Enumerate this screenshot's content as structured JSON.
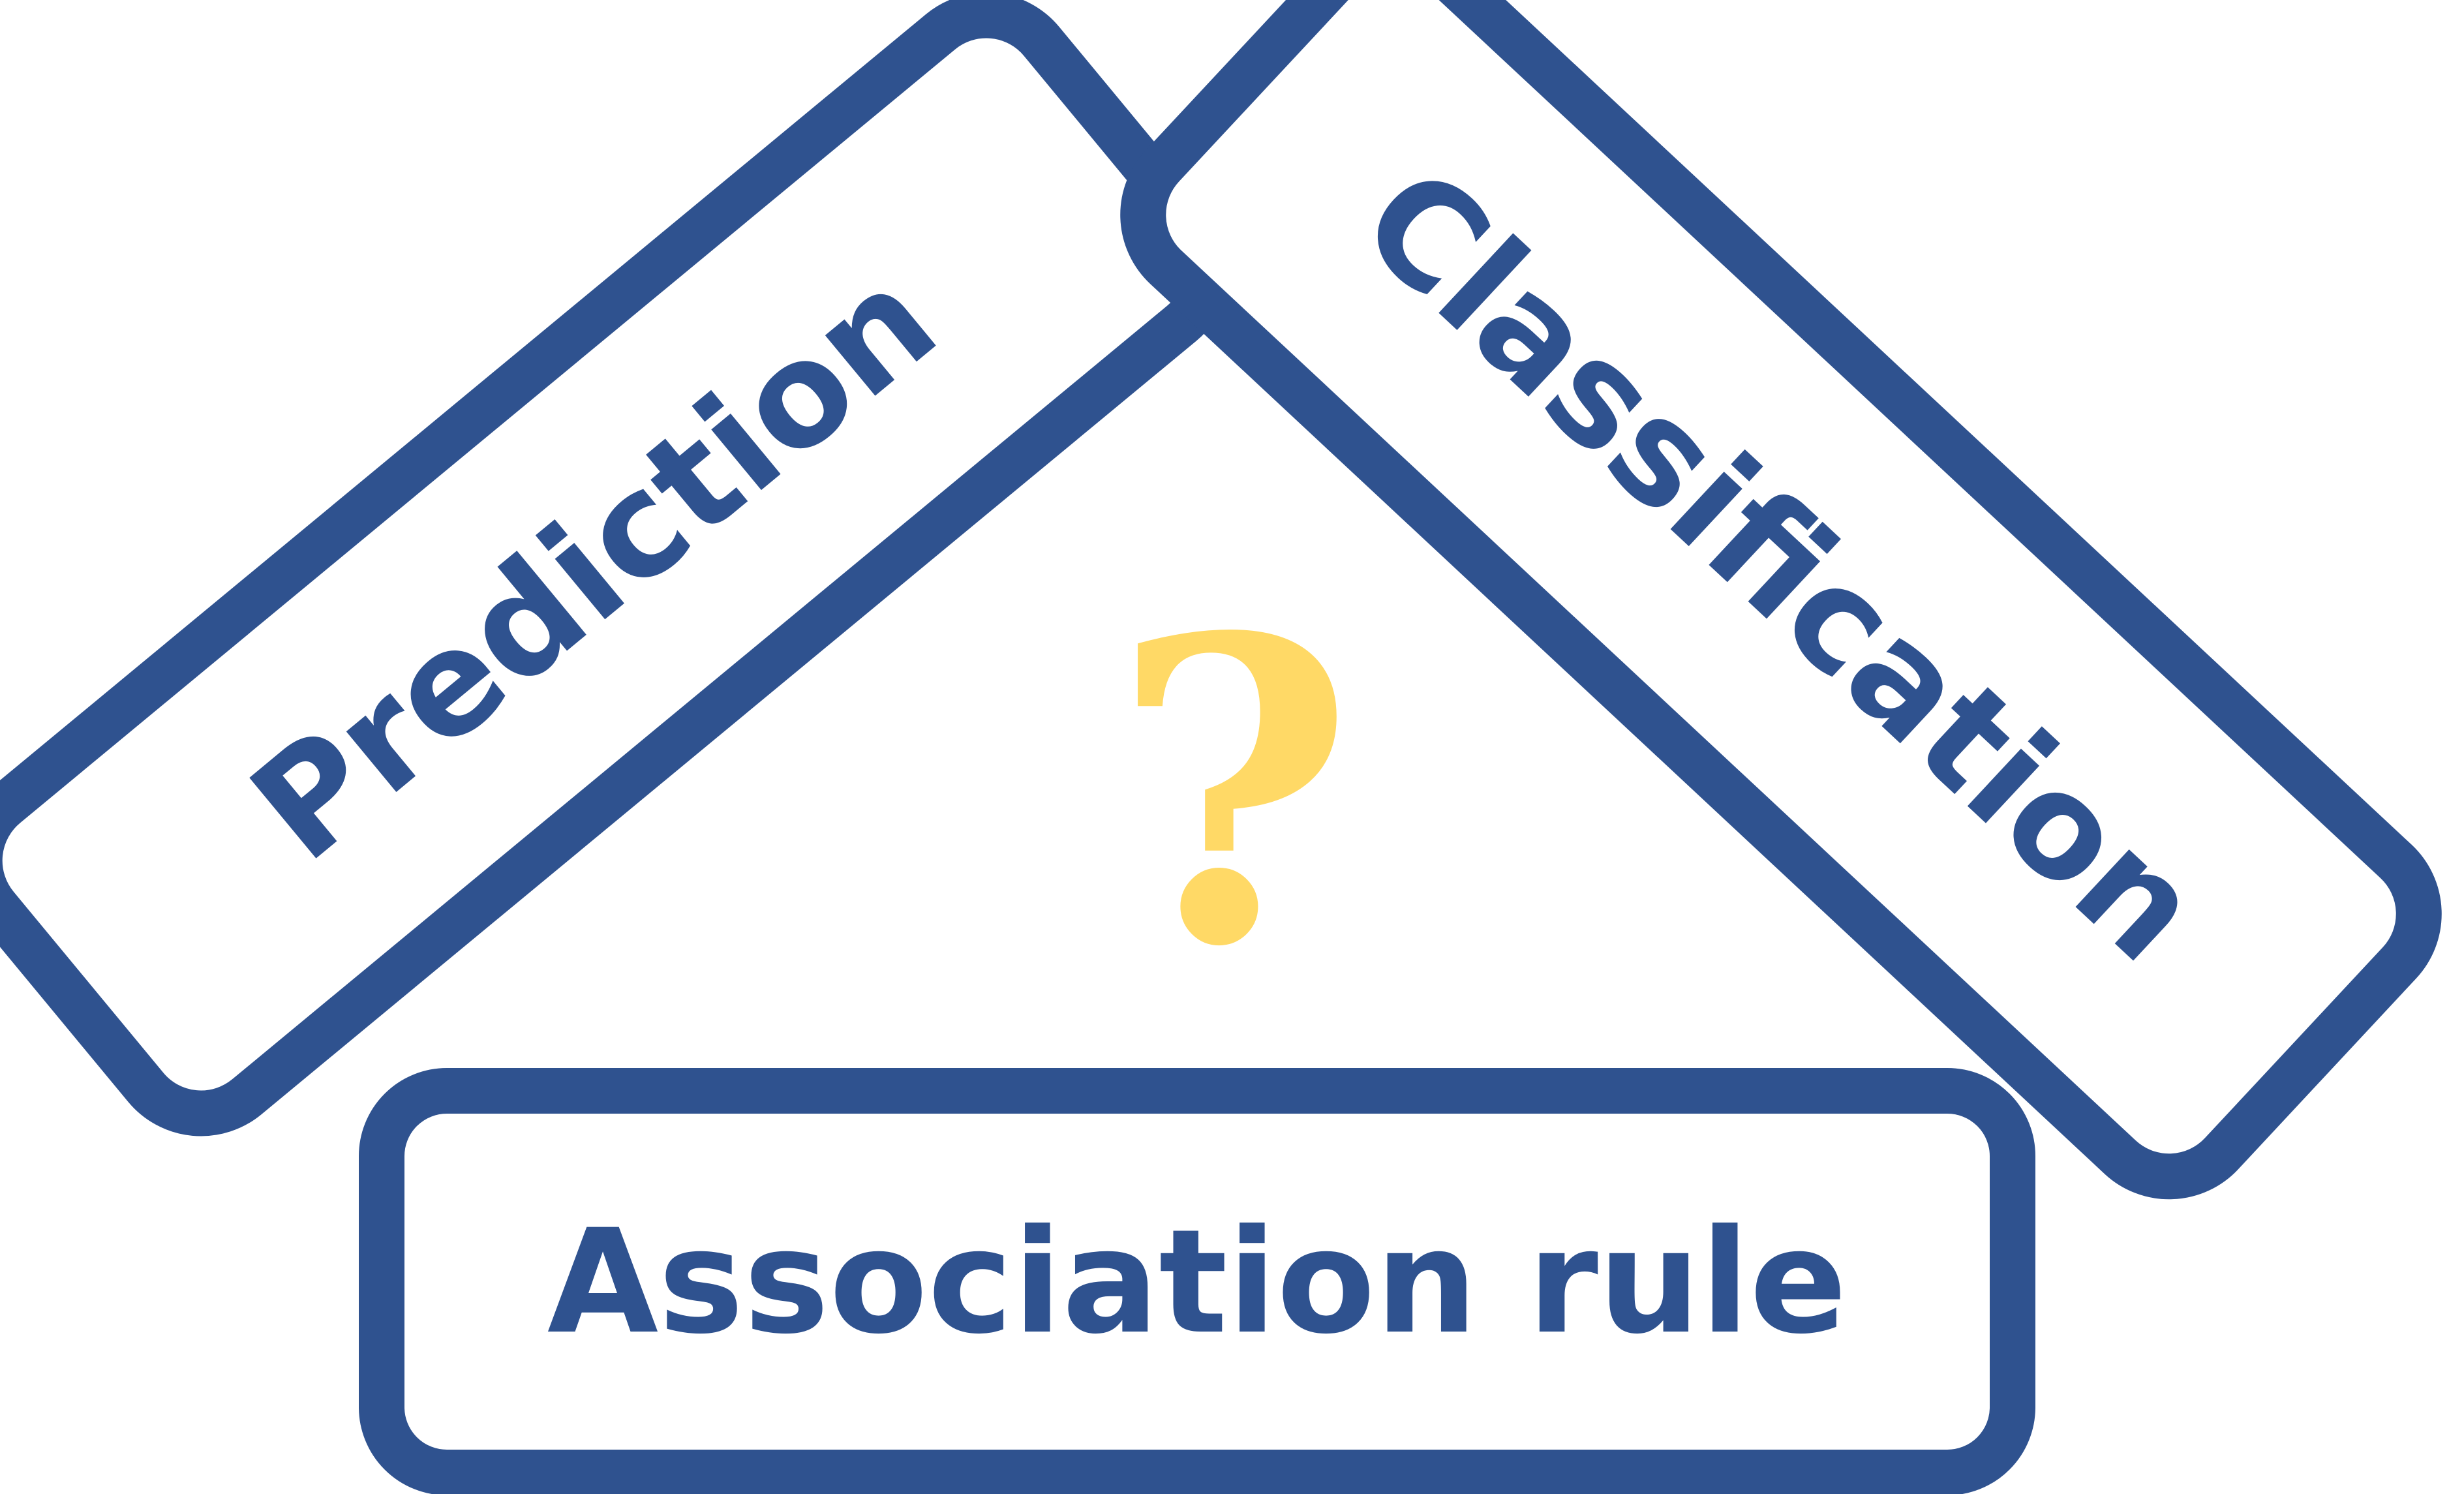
{
  "labels": {
    "prediction": "Prediction",
    "classification": "Classification",
    "association": "Association rule",
    "question_mark": "?"
  },
  "colors": {
    "border": "#2f528f",
    "text": "#2f528f",
    "question_mark": "#ffd966",
    "background": "#ffffff"
  }
}
